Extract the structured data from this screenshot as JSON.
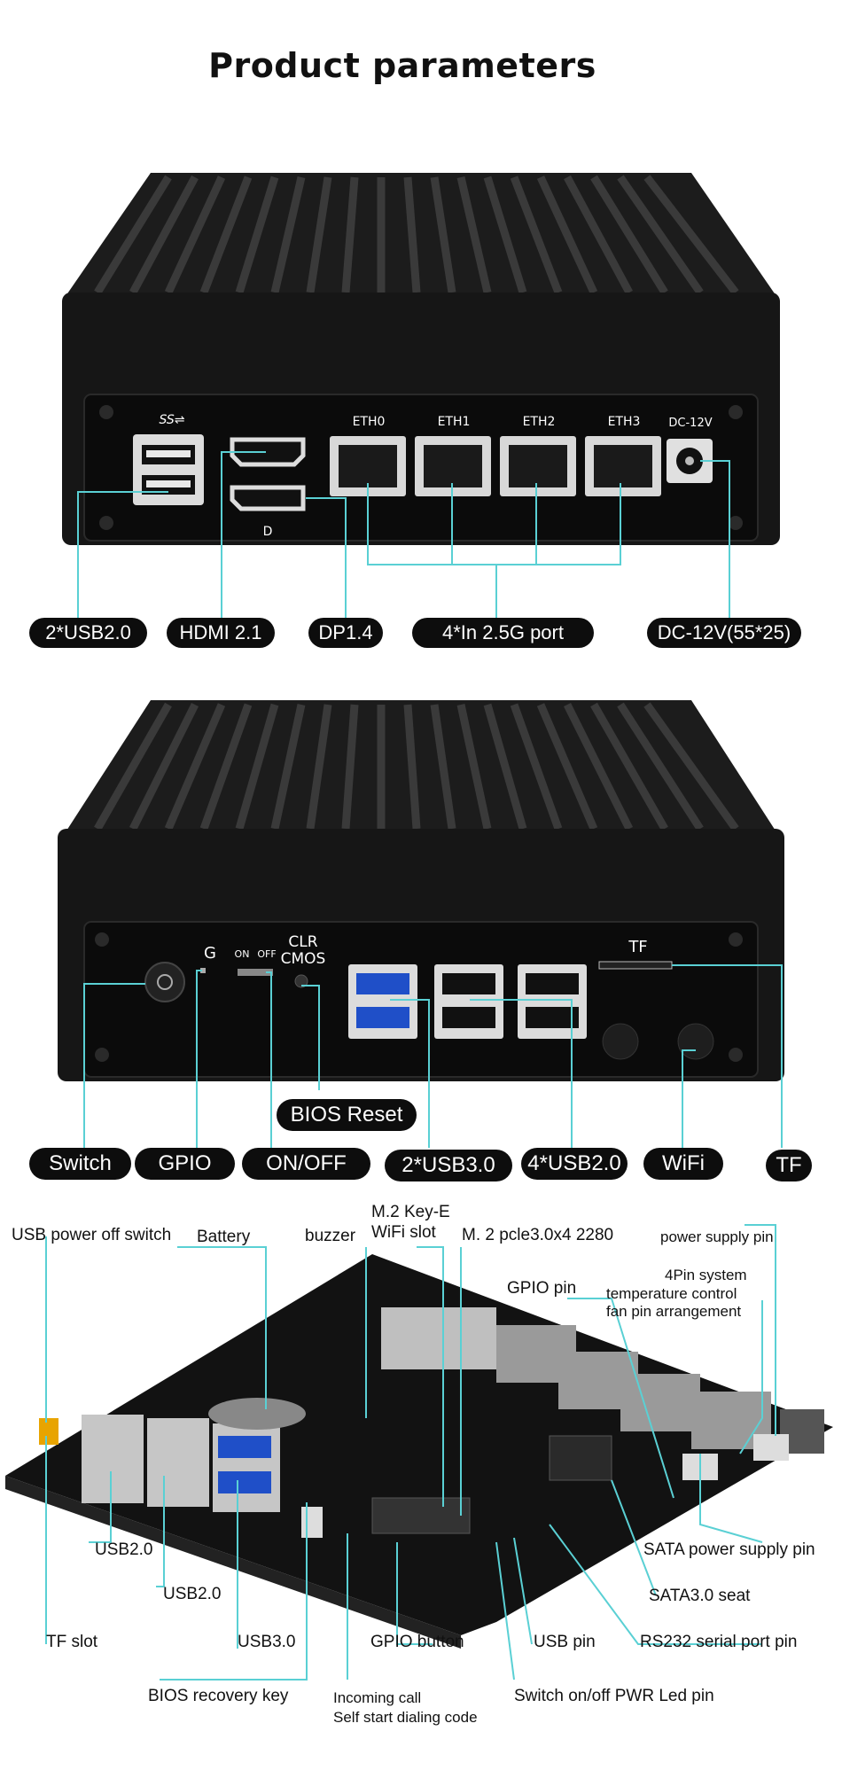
{
  "title": "Product parameters",
  "colors": {
    "line": "#5ad0d4",
    "device": "#141414",
    "pill": "#0d0d0d",
    "background": "#ffffff"
  },
  "front": {
    "port_labels": {
      "eth0": "ETH0",
      "eth1": "ETH1",
      "eth2": "ETH2",
      "eth3": "ETH3",
      "dc": "DC-12V"
    },
    "callouts": {
      "usb": "2*USB2.0",
      "hdmi": "HDMI 2.1",
      "dp": "DP1.4",
      "eth": "4*In 2.5G port",
      "dc": "DC-12V(55*25)"
    }
  },
  "back": {
    "port_labels": {
      "g": "G",
      "on": "ON",
      "off": "OFF",
      "clr": "CLR",
      "cmos": "CMOS",
      "tf": "TF"
    },
    "callouts": {
      "bios_reset": "BIOS Reset",
      "switch": "Switch",
      "gpio": "GPIO",
      "onoff": "ON/OFF",
      "usb3": "2*USB3.0",
      "usb2": "4*USB2.0",
      "wifi": "WiFi",
      "tf": "TF"
    }
  },
  "board": {
    "callouts": {
      "usb_power_off_switch": "USB power off switch",
      "battery": "Battery",
      "buzzer": "buzzer",
      "m2_key_e_1": "M.2 Key-E",
      "m2_key_e_2": "WiFi slot",
      "m2_pcie": "M. 2 pcle3.0x4 2280",
      "power_supply_pin": "power supply pin",
      "gpio_pin": "GPIO pin",
      "fan_1": "4Pin system",
      "fan_2": "temperature control",
      "fan_3": "fan pin arrangement",
      "usb2_a": "USB2.0",
      "usb2_b": "USB2.0",
      "tf_slot": "TF slot",
      "usb3": "USB3.0",
      "gpio_button": "GPIO button",
      "usb_pin": "USB pin",
      "rs232": "RS232 serial port pin",
      "sata_power": "SATA power supply pin",
      "sata_seat": "SATA3.0 seat",
      "bios_recovery": "BIOS recovery key",
      "incoming_1": "Incoming call",
      "incoming_2": "Self start dialing code",
      "switch_pwr": "Switch on/off PWR Led pin"
    }
  }
}
